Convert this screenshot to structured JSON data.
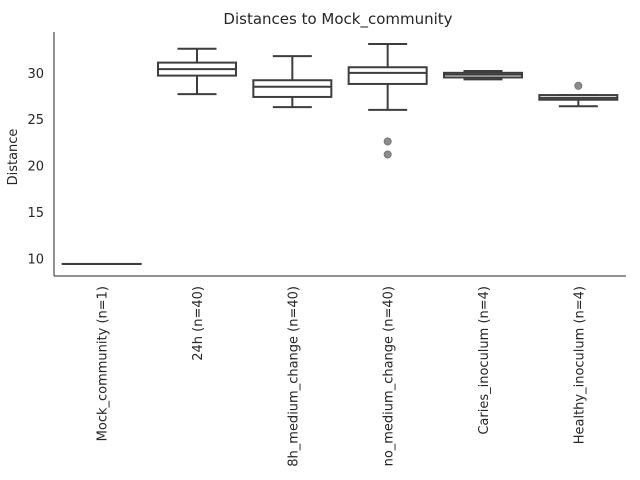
{
  "chart_data": {
    "type": "box",
    "title": "Distances to Mock_community",
    "xlabel": "",
    "ylabel": "Distance",
    "ylim": [
      8.1,
      34.4
    ],
    "yticks": [
      10,
      15,
      20,
      25,
      30
    ],
    "grid": false,
    "colors": {
      "box": "#3d3d3d",
      "outlier": "#8c8c8c",
      "text": "#262626"
    },
    "categories": [
      "Mock_community (n=1)",
      "24h (n=40)",
      "8h_medium_change (n=40)",
      "no_medium_change (n=40)",
      "Caries_inoculum (n=4)",
      "Healthy_inoculum (n=4)"
    ],
    "boxes": [
      {
        "whisker_low": 9.4,
        "q1": 9.4,
        "median": 9.4,
        "q3": 9.4,
        "whisker_high": 9.4,
        "outliers": []
      },
      {
        "whisker_low": 27.7,
        "q1": 29.7,
        "median": 30.4,
        "q3": 31.1,
        "whisker_high": 32.6,
        "outliers": []
      },
      {
        "whisker_low": 26.3,
        "q1": 27.4,
        "median": 28.5,
        "q3": 29.2,
        "whisker_high": 31.8,
        "outliers": []
      },
      {
        "whisker_low": 26.0,
        "q1": 28.8,
        "median": 30.0,
        "q3": 30.6,
        "whisker_high": 33.1,
        "outliers": [
          22.6,
          21.2
        ]
      },
      {
        "whisker_low": 29.3,
        "q1": 29.5,
        "median": 29.8,
        "q3": 30.0,
        "whisker_high": 30.2,
        "outliers": []
      },
      {
        "whisker_low": 26.4,
        "q1": 27.1,
        "median": 27.3,
        "q3": 27.6,
        "whisker_high": 27.6,
        "outliers": [
          28.6
        ]
      }
    ]
  }
}
